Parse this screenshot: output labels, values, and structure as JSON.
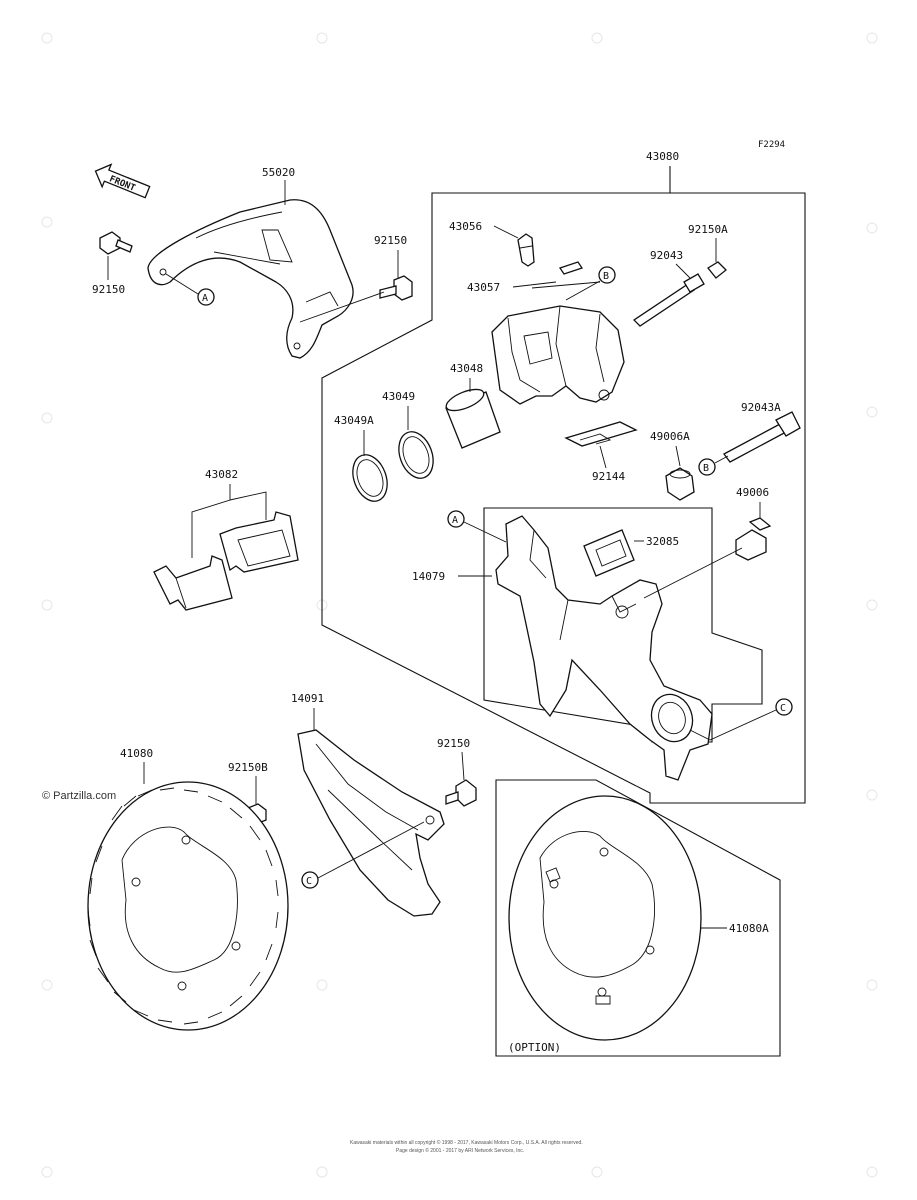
{
  "diagram": {
    "figure_id": "F2294",
    "front_label": "FRONT",
    "option_label": "(OPTION)",
    "part_labels": {
      "p55020": "55020",
      "p92150_left": "92150",
      "p92150_mid": "92150",
      "p43080": "43080",
      "p43056": "43056",
      "p43057": "43057",
      "p92043": "92043",
      "p92150A": "92150A",
      "p43048": "43048",
      "p43049": "43049",
      "p43049A": "43049A",
      "p92043A": "92043A",
      "p49006A": "49006A",
      "p92144": "92144",
      "p43082": "43082",
      "p49006": "49006",
      "p32085": "32085",
      "p14079": "14079",
      "p14091": "14091",
      "p41080": "41080",
      "p92150B": "92150B",
      "p92150_lower": "92150",
      "p41080A": "41080A"
    },
    "callouts": {
      "a_bracket": "A",
      "a_caliper": "A",
      "b_pin": "B",
      "b_top": "B",
      "c_bracket": "C",
      "c_guard": "C"
    },
    "watermark_brand": "© Partzilla.com",
    "copyright_line1": "Kawasaki materials within all copyright © 1998 - 2017, Kawasaki Motors Corp., U.S.A. All rights reserved.",
    "copyright_line2": "Page design © 2001 - 2017 by ARI Network Services, Inc."
  }
}
